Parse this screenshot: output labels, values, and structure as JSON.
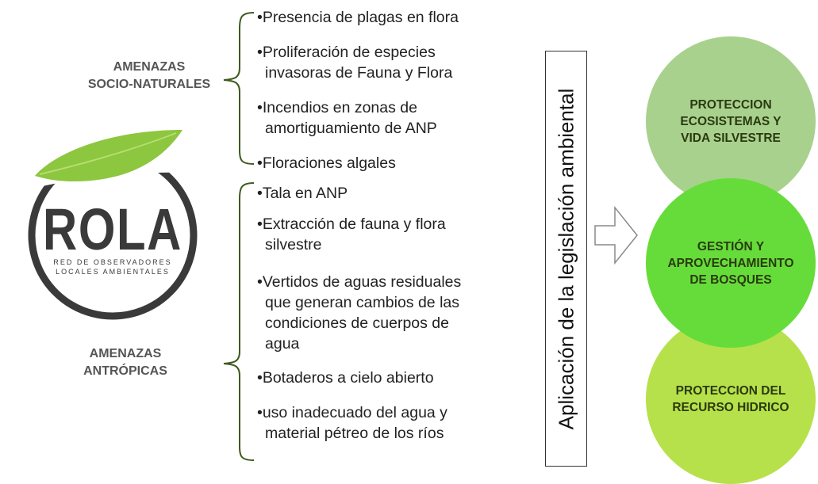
{
  "colors": {
    "circle_top": "#a9d18e",
    "circle_mid": "#66dc3a",
    "circle_bottom": "#b6e14a",
    "leaf": "#8dc63f",
    "ring": "#3a3a3a"
  },
  "logo": {
    "name": "ROLA",
    "tagline_line1": "RED DE OBSERVADORES",
    "tagline_line2": "LOCALES AMBIENTALES"
  },
  "categories": [
    {
      "line1": "AMENAZAS",
      "line2": "SOCIO-NATURALES"
    },
    {
      "line1": "AMENAZAS",
      "line2": "ANTRÓPICAS"
    }
  ],
  "groups": [
    {
      "items": [
        {
          "lines": [
            "•Presencia de plagas en flora"
          ]
        },
        {
          "lines": [
            "•Proliferación de especies",
            "invasoras de  Fauna y Flora"
          ]
        },
        {
          "lines": [
            "•Incendios en zonas de",
            "amortiguamiento de ANP"
          ]
        },
        {
          "lines": [
            "•Floraciones algales"
          ]
        }
      ]
    },
    {
      "items": [
        {
          "lines": [
            "•Tala en ANP"
          ]
        },
        {
          "lines": [
            "•Extracción de fauna y flora",
            "silvestre"
          ]
        },
        {
          "lines": [
            "•Vertidos de aguas residuales",
            "que generan cambios de las",
            "condiciones de cuerpos de",
            "agua"
          ]
        },
        {
          "lines": [
            "•Botaderos a cielo abierto"
          ]
        },
        {
          "lines": [
            "•uso inadecuado del agua y",
            "material pétreo de los ríos"
          ]
        }
      ]
    }
  ],
  "central_label": "Aplicación de la legislación ambiental",
  "outcomes": [
    {
      "lines": [
        "PROTECCION",
        "ECOSISTEMAS Y",
        "VIDA SILVESTRE"
      ]
    },
    {
      "lines": [
        "GESTIÓN Y",
        "APROVECHAMIENTO",
        "DE BOSQUES"
      ]
    },
    {
      "lines": [
        "PROTECCION DEL",
        "RECURSO HIDRICO"
      ]
    }
  ]
}
